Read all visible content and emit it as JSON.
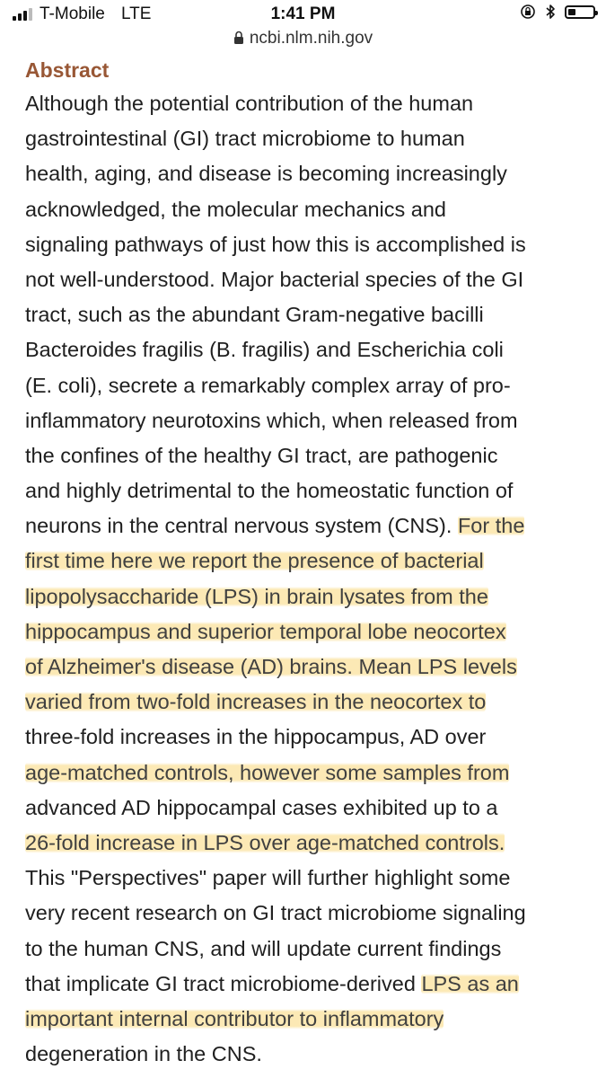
{
  "status_bar": {
    "carrier": "T-Mobile",
    "network": "LTE",
    "time": "1:41 PM",
    "signal_bars": 3,
    "battery_level": 0.3,
    "icons": [
      "rotation-lock-icon",
      "bluetooth-icon",
      "battery-icon"
    ]
  },
  "url_bar": {
    "url": "ncbi.nlm.nih.gov",
    "icon": "padlock-icon"
  },
  "abstract": {
    "heading": "Abstract",
    "highlight_color": "#f9d778",
    "heading_color": "#985735",
    "lines": [
      [
        {
          "text": "Although the potential contribution of the human",
          "hl": false
        }
      ],
      [
        {
          "text": "gastrointestinal (GI) tract microbiome to human",
          "hl": false
        }
      ],
      [
        {
          "text": "health, aging, and disease is becoming increasingly",
          "hl": false
        }
      ],
      [
        {
          "text": "acknowledged, the molecular mechanics and",
          "hl": false
        }
      ],
      [
        {
          "text": "signaling pathways of just how this is accomplished is",
          "hl": false
        }
      ],
      [
        {
          "text": "not well-understood. Major bacterial species of the GI",
          "hl": false
        }
      ],
      [
        {
          "text": "tract, such as the abundant Gram-negative bacilli",
          "hl": false
        }
      ],
      [
        {
          "text": "Bacteroides fragilis (B. fragilis) and Escherichia coli",
          "hl": false
        }
      ],
      [
        {
          "text": "(E. coli), secrete a remarkably complex array of pro-",
          "hl": false
        }
      ],
      [
        {
          "text": "inflammatory neurotoxins which, when released from",
          "hl": false
        }
      ],
      [
        {
          "text": "the confines of the healthy GI tract, are pathogenic",
          "hl": false
        }
      ],
      [
        {
          "text": "and highly detrimental to the homeostatic function of",
          "hl": false
        }
      ],
      [
        {
          "text": "neurons in the central nervous system (CNS). ",
          "hl": false
        },
        {
          "text": "For the",
          "hl": true
        }
      ],
      [
        {
          "text": "first time here we report the presence of bacterial",
          "hl": true
        }
      ],
      [
        {
          "text": "lipopolysaccharide (LPS) in brain lysates from the",
          "hl": true
        }
      ],
      [
        {
          "text": "hippocampus and superior temporal lobe neocortex",
          "hl": true
        }
      ],
      [
        {
          "text": "of Alzheimer's disease (AD) brains. Mean LPS levels",
          "hl": true
        }
      ],
      [
        {
          "text": "varied from two-fold increases in the neocortex to",
          "hl": true
        }
      ],
      [
        {
          "text": "three-fold increases in the hippocampus, AD over",
          "hl": false
        }
      ],
      [
        {
          "text": "age-matched controls, however some samples from",
          "hl": true
        }
      ],
      [
        {
          "text": "advanced AD hippocampal cases exhibited up to a",
          "hl": false
        }
      ],
      [
        {
          "text": "26-fold increase in LPS over age-matched controls.",
          "hl": true
        }
      ],
      [
        {
          "text": "This \"Perspectives\" paper will further highlight some",
          "hl": false
        }
      ],
      [
        {
          "text": "very recent research on GI tract microbiome signaling",
          "hl": false
        }
      ],
      [
        {
          "text": "to the human CNS, and will update current findings",
          "hl": false
        }
      ],
      [
        {
          "text": "that implicate GI tract microbiome-derived ",
          "hl": false
        },
        {
          "text": "LPS as an",
          "hl": true
        }
      ],
      [
        {
          "text": "important internal contributor to inflammatory",
          "hl": true
        }
      ],
      [
        {
          "text": "degeneration in the CNS.",
          "hl": false
        }
      ]
    ]
  }
}
